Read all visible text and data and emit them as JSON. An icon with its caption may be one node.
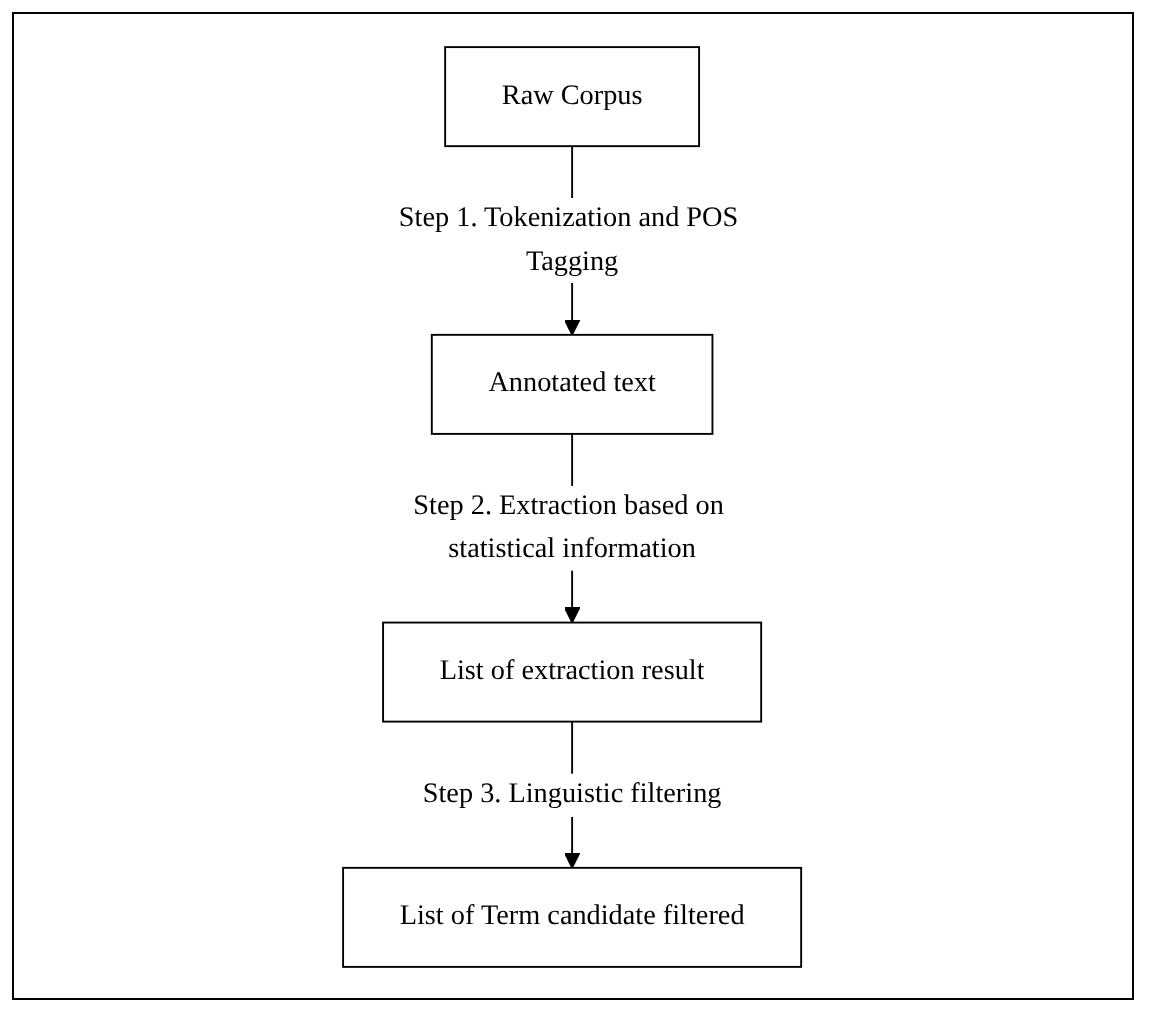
{
  "diagram": {
    "nodes": [
      {
        "text": [
          "Raw Corpus"
        ]
      },
      {
        "text": [
          "Annotated text"
        ]
      },
      {
        "text": [
          "List of extraction result"
        ]
      },
      {
        "text": [
          "List of Term candidate filtered"
        ]
      }
    ],
    "edges": [
      {
        "from": 0,
        "to": 1,
        "arrow": "to",
        "label": "Step 1. Tokenization and POS Tagging"
      },
      {
        "from": 1,
        "to": 2,
        "arrow": "to",
        "label": "Step 2. Extraction based on statistical information"
      },
      {
        "from": 2,
        "to": 3,
        "arrow": "to",
        "label": "Step 3. Linguistic filtering"
      }
    ]
  }
}
